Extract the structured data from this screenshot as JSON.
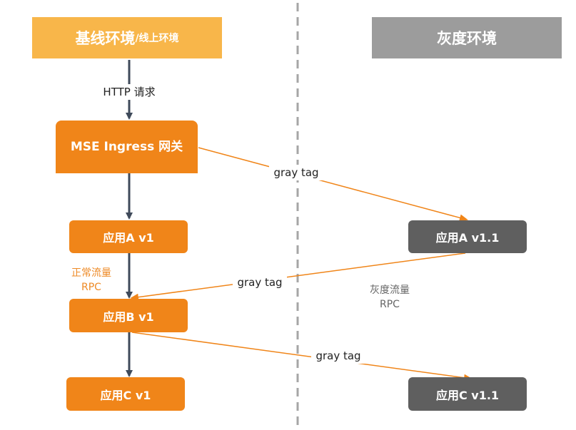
{
  "headers": {
    "baseline_main": "基线环境",
    "baseline_sub": "/线上环境",
    "gray": "灰度环境"
  },
  "nodes": {
    "gateway": "MSE Ingress 网关",
    "app_a_v1": "应用A v1",
    "app_b_v1": "应用B v1",
    "app_c_v1": "应用C v1",
    "app_a_v11": "应用A v1.1",
    "app_c_v11": "应用C v1.1"
  },
  "labels": {
    "http_request": "HTTP 请求",
    "gray_tag_1": "gray tag",
    "gray_tag_2": "gray tag",
    "gray_tag_3": "gray tag",
    "normal_traffic": "正常流量",
    "normal_rpc": "RPC",
    "gray_traffic": "灰度流量",
    "gray_rpc": "RPC"
  },
  "colors": {
    "orange": "#f08519",
    "header_orange": "#f8b64a",
    "header_gray": "#9c9c9c",
    "dark_node": "#5f5f5f",
    "arrow_dark": "#3f4a5a",
    "divider": "#a6a6a6"
  }
}
